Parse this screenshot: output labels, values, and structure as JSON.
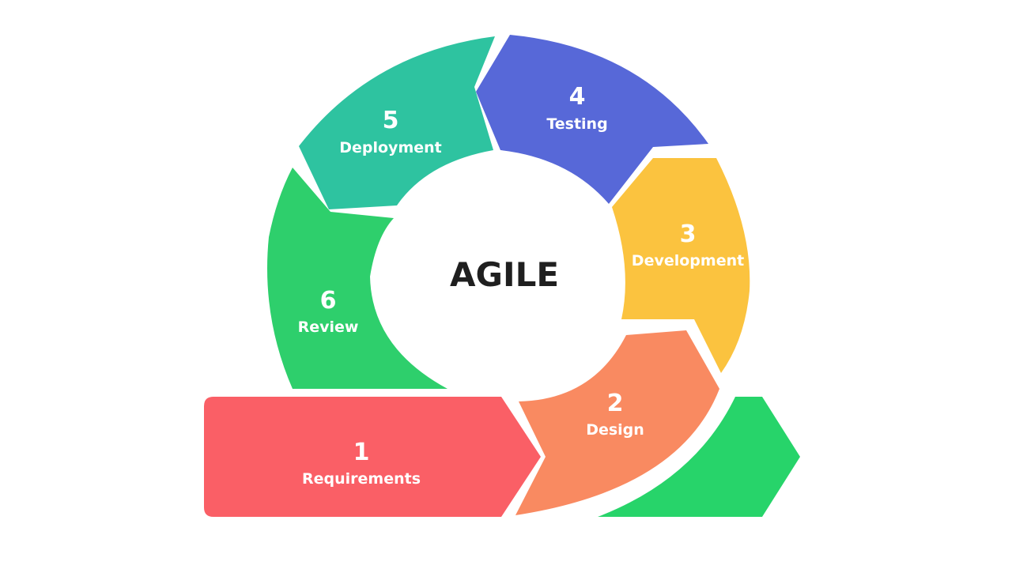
{
  "diagram": {
    "center_label": "AGILE",
    "colors": {
      "requirements": "#FA5F66",
      "design": "#F98A61",
      "development": "#FBC33F",
      "testing": "#5768D8",
      "deployment": "#2EC3A0",
      "review": "#2ECF6C",
      "return_arrow": "#27D46A",
      "center": "#FFFFFF",
      "text": "#FFFFFF",
      "center_text": "#1F1F1F"
    },
    "stages": [
      {
        "number": "1",
        "label": "Requirements"
      },
      {
        "number": "2",
        "label": "Design"
      },
      {
        "number": "3",
        "label": "Development"
      },
      {
        "number": "4",
        "label": "Testing"
      },
      {
        "number": "5",
        "label": "Deployment"
      },
      {
        "number": "6",
        "label": "Review"
      }
    ]
  }
}
